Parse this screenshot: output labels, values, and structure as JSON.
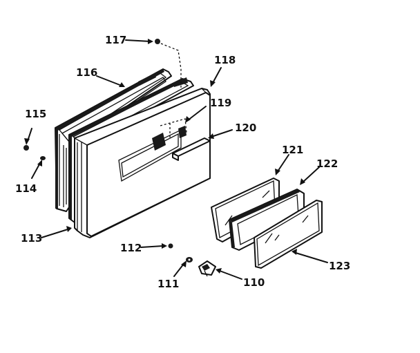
{
  "callouts": {
    "c110": "110",
    "c111": "111",
    "c112": "112",
    "c113": "113",
    "c114": "114",
    "c115": "115",
    "c116": "116",
    "c117": "117",
    "c118": "118",
    "c119": "119",
    "c120": "120",
    "c121": "121",
    "c122": "122",
    "c123": "123"
  }
}
